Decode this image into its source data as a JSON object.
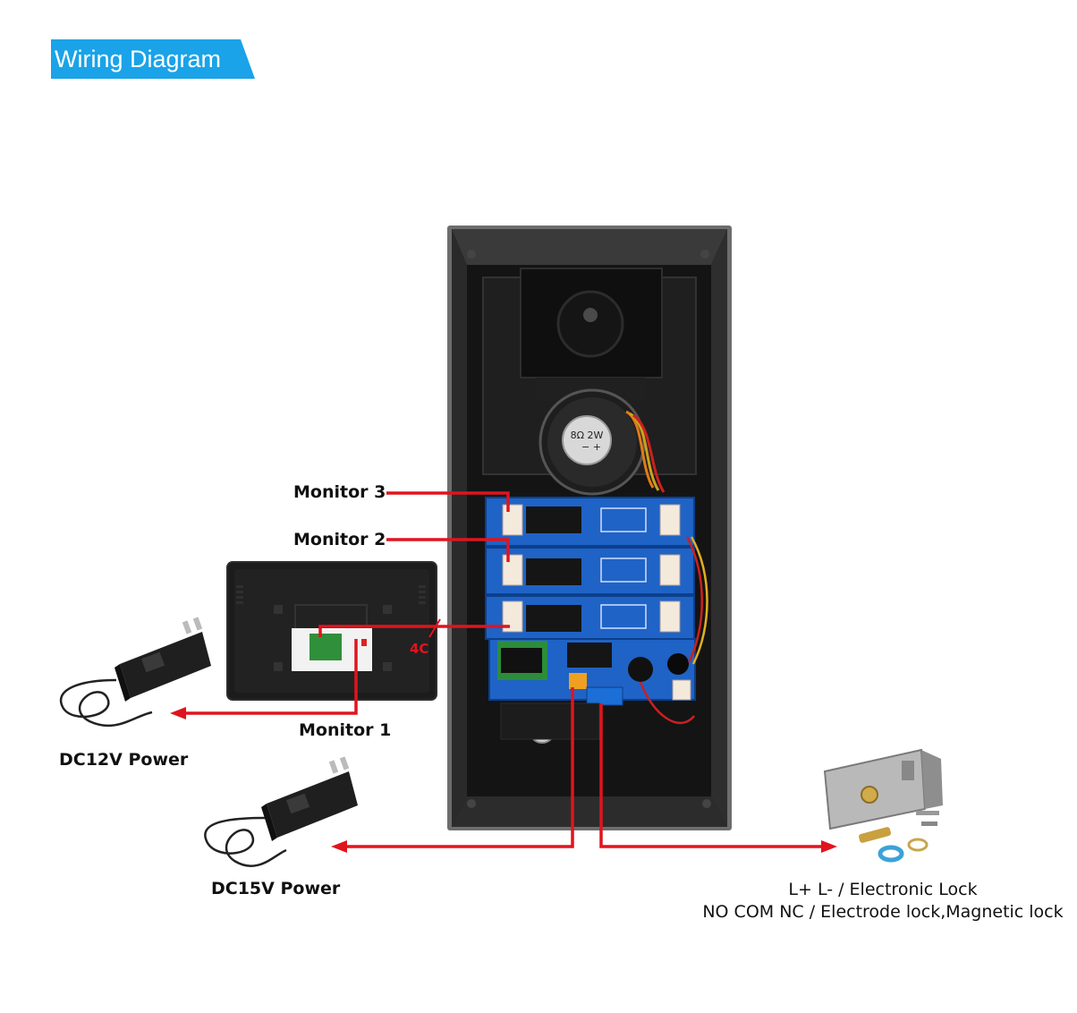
{
  "title": "Wiring Diagram",
  "labels": {
    "monitor3": "Monitor 3",
    "monitor2": "Monitor 2",
    "monitor1": "Monitor 1",
    "dc12v": "DC12V Power",
    "dc15v": "DC15V Power",
    "lock_line1": "L+ L- / Electronic Lock",
    "lock_line2": "NO COM NC / Electrode lock,Magnetic lock",
    "cable_4c": "4C",
    "speaker_mark": "8Ω 2W",
    "speaker_polarity": "− +"
  },
  "colors": {
    "banner": "#1aa3e8",
    "wire": "#e0141e",
    "pcb": "#1f63c6",
    "housing": "#1b1b1b"
  },
  "icons": [
    "power-adapter-icon",
    "monitor-icon",
    "door-station-icon",
    "electric-lock-icon"
  ]
}
